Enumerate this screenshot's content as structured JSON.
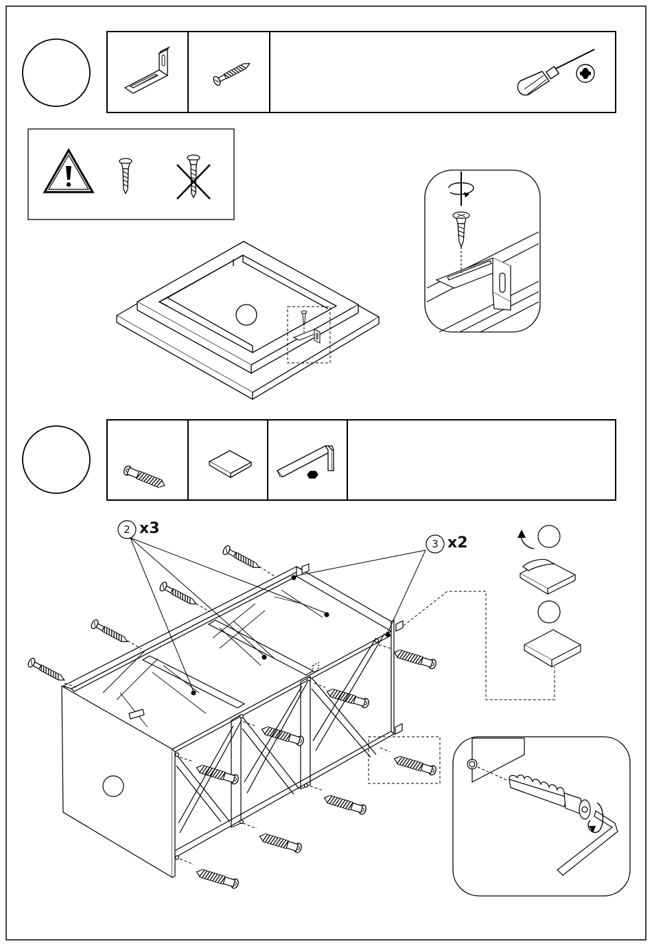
{
  "callouts": {
    "part_2_number": "2",
    "part_2_qty": "x3",
    "part_3_number": "3",
    "part_3_qty": "x2"
  },
  "icons": {
    "step1_parts": [
      "l-bracket-icon",
      "wood-screw-icon"
    ],
    "step1_tool": "phillips-screwdriver-icon",
    "warning": [
      "warning-triangle-icon",
      "correct-screw-icon",
      "wrong-screw-crossed-icon"
    ],
    "step2_parts": [
      "cam-bolt-icon",
      "felt-pad-icon",
      "allen-key-icon"
    ]
  }
}
